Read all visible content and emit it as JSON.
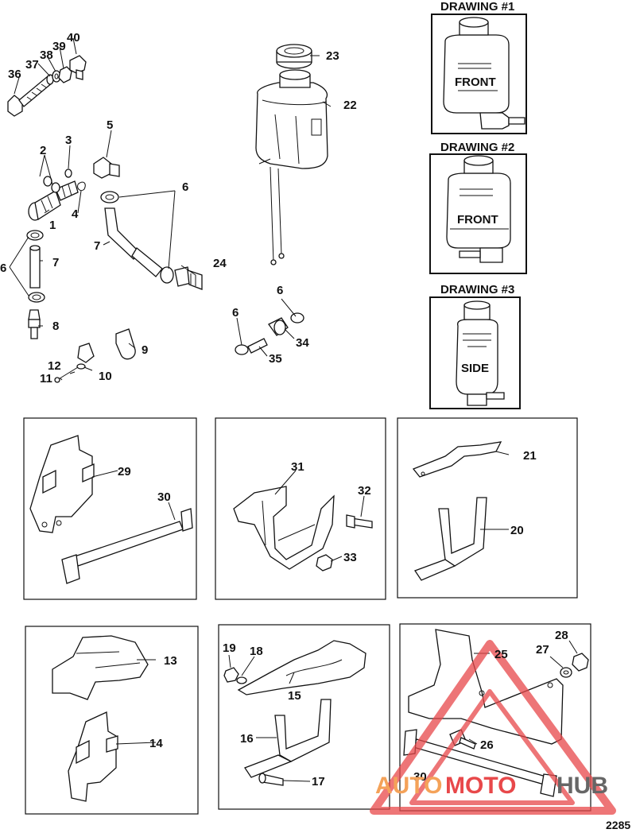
{
  "diagram_number": "2285",
  "drawings": [
    {
      "title": "DRAWING #1",
      "label": "FRONT"
    },
    {
      "title": "DRAWING #2",
      "label": "FRONT"
    },
    {
      "title": "DRAWING #3",
      "label": "SIDE"
    }
  ],
  "callouts": {
    "c1": "1",
    "c2": "2",
    "c3": "3",
    "c4": "4",
    "c5": "5",
    "c6a": "6",
    "c6b": "6",
    "c6c": "6",
    "c6d": "6",
    "c7a": "7",
    "c7b": "7",
    "c8": "8",
    "c9": "9",
    "c10": "10",
    "c11": "11",
    "c12": "12",
    "c13": "13",
    "c14": "14",
    "c15": "15",
    "c16": "16",
    "c17": "17",
    "c18": "18",
    "c19": "19",
    "c20": "20",
    "c21": "21",
    "c22": "22",
    "c23": "23",
    "c24": "24",
    "c25": "25",
    "c26": "26",
    "c27": "27",
    "c28": "28",
    "c29": "29",
    "c30a": "30",
    "c30b": "30",
    "c31": "31",
    "c32": "32",
    "c33": "33",
    "c34": "34",
    "c35": "35",
    "c36": "36",
    "c37": "37",
    "c38": "38",
    "c39": "39",
    "c40": "40"
  },
  "watermark": {
    "part1": "AUTO",
    "part2": "MOTO",
    "part3": "HUB"
  },
  "colors": {
    "line": "#111111",
    "watermark_orange": "#f4a259",
    "watermark_red": "#e8484a",
    "watermark_gray": "#666666"
  }
}
